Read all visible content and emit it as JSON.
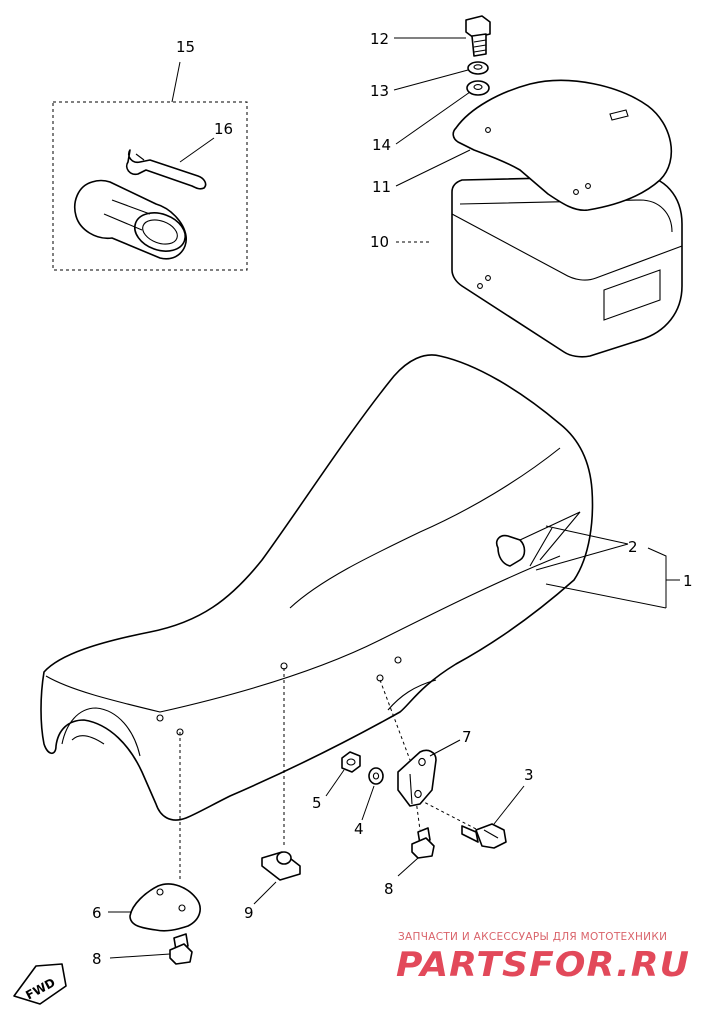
{
  "callouts": {
    "c1": "1",
    "c2": "2",
    "c3": "3",
    "c4": "4",
    "c5": "5",
    "c6": "6",
    "c7": "7",
    "c8a": "8",
    "c8b": "8",
    "c9": "9",
    "c10": "10",
    "c11": "11",
    "c12": "12",
    "c13": "13",
    "c14": "14",
    "c15": "15",
    "c16": "16"
  },
  "fwd_marker": "FWD",
  "watermark": {
    "tagline": "ЗАПЧАСТИ И АКСЕССУАРЫ ДЛЯ МОТОТЕХНИКИ",
    "logo": "PARTSFOR.RU"
  },
  "colors": {
    "line": "#000000",
    "watermark": "#e2495a"
  }
}
